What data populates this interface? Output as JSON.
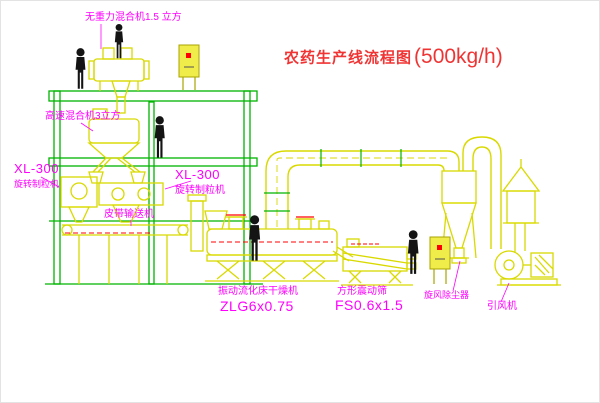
{
  "title": {
    "text": "农药生产线流程图",
    "capacity": "(500kg/h)"
  },
  "labels": {
    "gravity_mixer": "无重力混合机1.5 立方",
    "high_speed_mixer": "高速混合机3立方",
    "granulator_left_model": "XL-300",
    "granulator_left_name": "旋转制粒机",
    "granulator_center_model": "XL-300",
    "granulator_center_name": "旋转制粒机",
    "belt_conveyor": "皮带输送机",
    "dryer_name": "振动流化床干燥机",
    "dryer_model": "ZLG6x0.75",
    "sieve_name": "方形震动筛",
    "sieve_model": "FS0.6x1.5",
    "cyclone_label": "旋风除尘器",
    "fan_label": "引风机"
  },
  "colors": {
    "background": "#ffffff",
    "equipment_yellow": "#d9d900",
    "structure_green": "#00b400",
    "label_magenta": "#ff00ff",
    "title_red": "#f03434",
    "accent_red": "#ff0000",
    "figure_black": "#141414",
    "panel_fill": "#f0ec4a"
  }
}
